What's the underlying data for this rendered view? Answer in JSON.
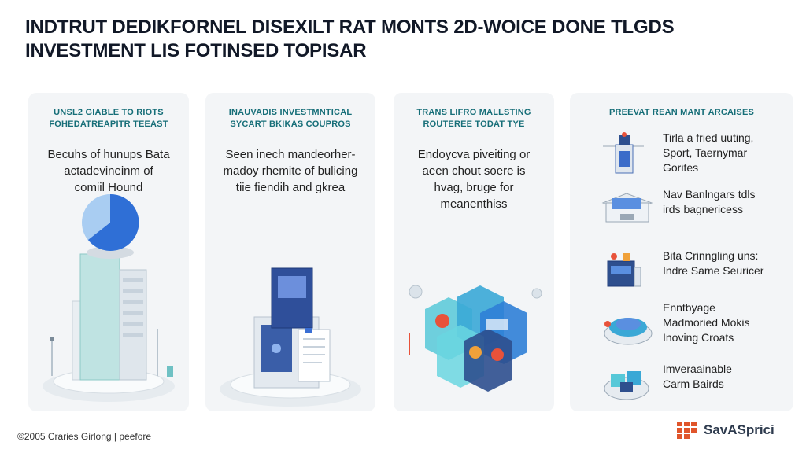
{
  "title_line1": "INDTRUT DEDIKFORNEL DISEXILT RAT MONTS 2D-WOICE DONE TLGDS",
  "title_line2": "INVESTMENT LIS FOTINSED  TOPISAR",
  "cards": [
    {
      "heading_line1": "UNSL2 GIABLE TO RIOTS",
      "heading_line2": "FOHEDATREAPITR TEEAST",
      "body_line1": "Becuhs of hunups Bata",
      "body_line2": "actadevineinm of",
      "body_line3": "comiil Hound"
    },
    {
      "heading_line1": "INAUVADIS INVESTMNTICAL",
      "heading_line2": "SYCART BKIKAS COUPROS",
      "body_line1": "Seen inech mandeorher-",
      "body_line2": "madoy rhemite of bulicing",
      "body_line3": "tiie fiendih and gkrea"
    },
    {
      "heading_line1": "TRANS LIFRO MALLSTING",
      "heading_line2": "ROUTEREE TODAT TYE",
      "body_line1": "Endoycva piveiting or",
      "body_line2": "aeen chout soere is",
      "body_line3": "hvag, bruge for",
      "body_line4": "meanenthiss"
    },
    {
      "heading": "PREEVAT REAN MANT ARCAISES",
      "items": [
        {
          "icon": "tower-icon",
          "line1": "Tirla a fried uuting,",
          "line2": "Sport, Taernymar",
          "line3": "Gorites"
        },
        {
          "icon": "mining-rig-icon",
          "line1": "Nav Banlngars tdls",
          "line2": "irds bagnericess",
          "line3": ""
        },
        {
          "icon": "server-block-icon",
          "line1": "Bita Crinngling uns:",
          "line2": "Indre Same Seuricer",
          "line3": ""
        },
        {
          "icon": "disk-platform-icon",
          "line1": "Enntbyage",
          "line2": "Madmoried Mokis",
          "line3": "Inoving Croats"
        },
        {
          "icon": "machine-cluster-icon",
          "line1": "Imveraainable",
          "line2": "Carm Bairds",
          "line3": ""
        }
      ]
    }
  ],
  "footer": {
    "copyright": "©2005 Craries Girlong | peefore"
  },
  "brand": {
    "name": "SavASprici",
    "color": "#e0552b"
  }
}
